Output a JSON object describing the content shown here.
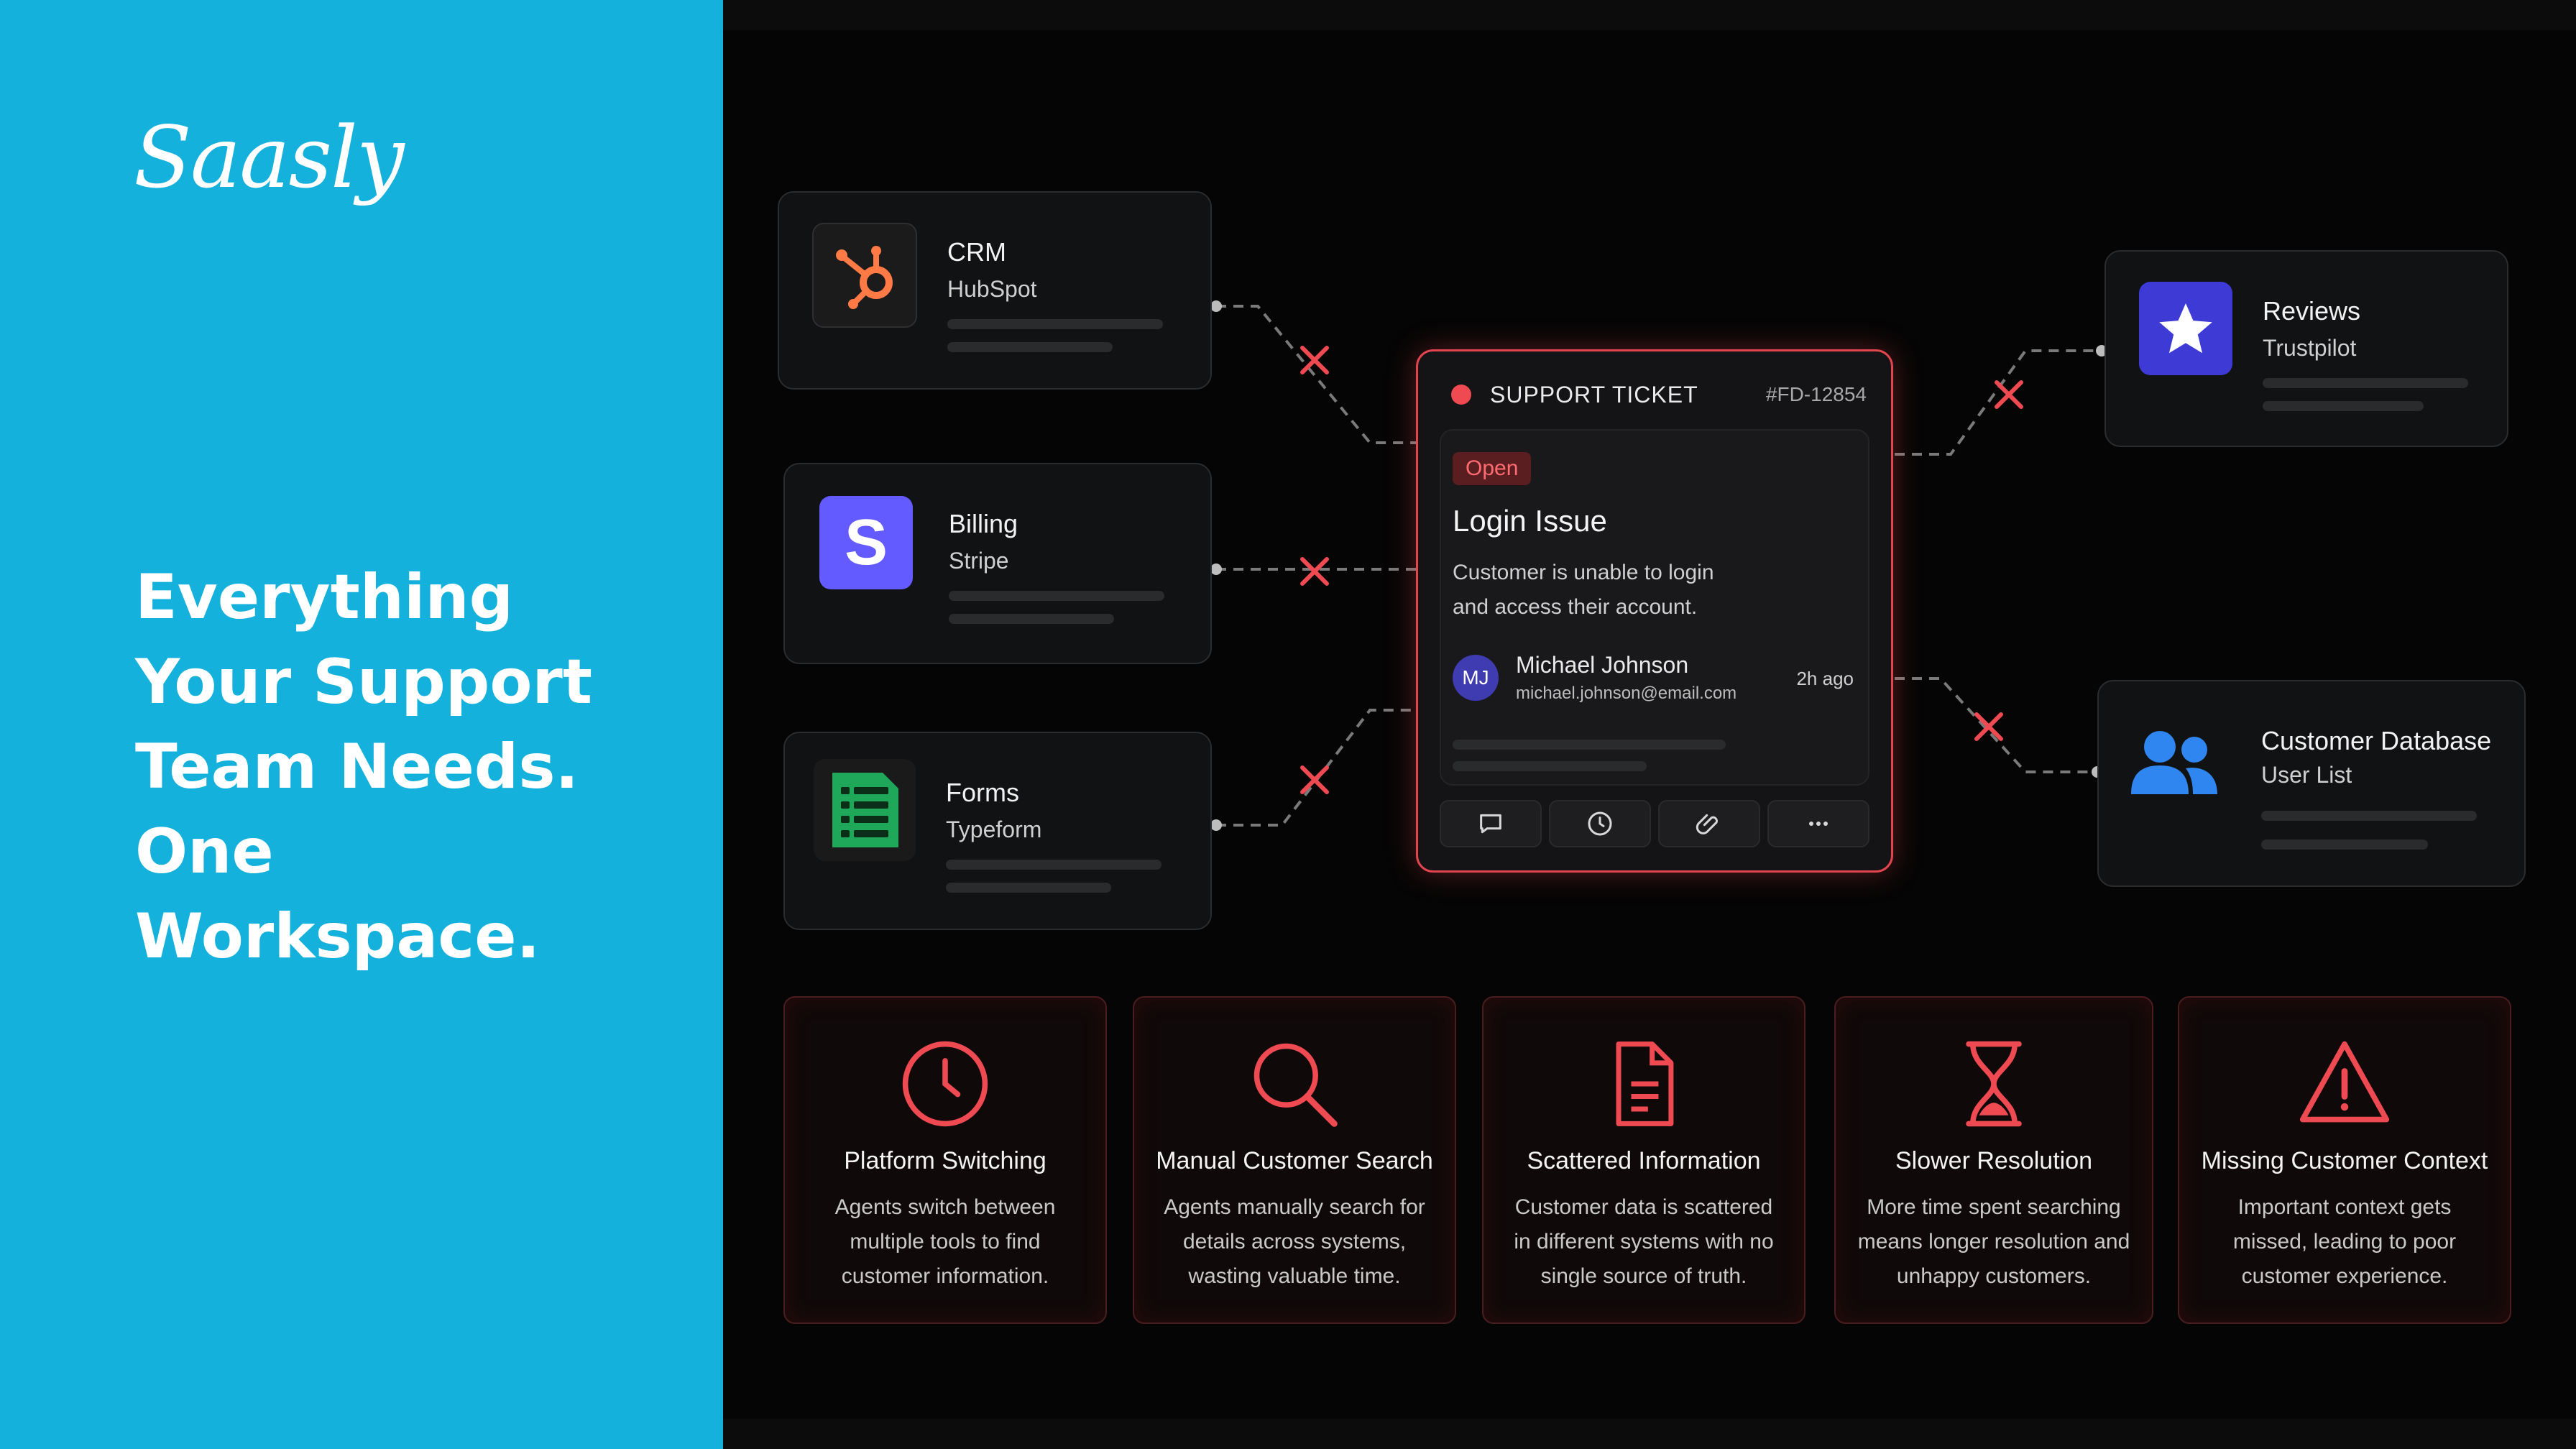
{
  "brand": {
    "name": "Saasly"
  },
  "headline": {
    "text": "Everything Your Support Team Needs. One Workspace."
  },
  "integrations": {
    "crm": {
      "title": "CRM",
      "subtitle": "HubSpot"
    },
    "billing": {
      "title": "Billing",
      "subtitle": "Stripe",
      "letter": "S"
    },
    "forms": {
      "title": "Forms",
      "subtitle": "Typeform"
    },
    "reviews": {
      "title": "Reviews",
      "subtitle": "Trustpilot"
    },
    "customer_db": {
      "title": "Customer Database",
      "subtitle": "User List"
    }
  },
  "ticket": {
    "header": "SUPPORT TICKET",
    "id": "#FD-12854",
    "status": "Open",
    "title": "Login Issue",
    "description": "Customer is unable to login and access their account.",
    "customer": {
      "initials": "MJ",
      "name": "Michael Johnson",
      "email": "michael.johnson@email.com"
    },
    "time": "2h ago",
    "actions": [
      "chat-icon",
      "clock-icon",
      "paperclip-icon",
      "more-icon"
    ]
  },
  "problems": [
    {
      "icon": "clock-icon",
      "title": "Platform Switching",
      "desc": "Agents switch between multiple tools to find customer information."
    },
    {
      "icon": "search-icon",
      "title": "Manual Customer Search",
      "desc": "Agents manually search for details across systems, wasting valuable time."
    },
    {
      "icon": "document-icon",
      "title": "Scattered Information",
      "desc": "Customer data is scattered in different systems with no single source of truth."
    },
    {
      "icon": "hourglass-icon",
      "title": "Slower Resolution",
      "desc": "More time spent searching means longer resolution and unhappy customers."
    },
    {
      "icon": "warning-icon",
      "title": "Missing Customer Context",
      "desc": "Important context gets missed, leading to poor customer experience."
    }
  ],
  "colors": {
    "left_panel": "#14b1dc",
    "accent_red": "#e2454e",
    "hubspot": "#ff7a45",
    "stripe": "#635bff",
    "typeform": "#1fa85a",
    "trustpilot": "#3d3ad6",
    "users": "#2f86f0"
  }
}
